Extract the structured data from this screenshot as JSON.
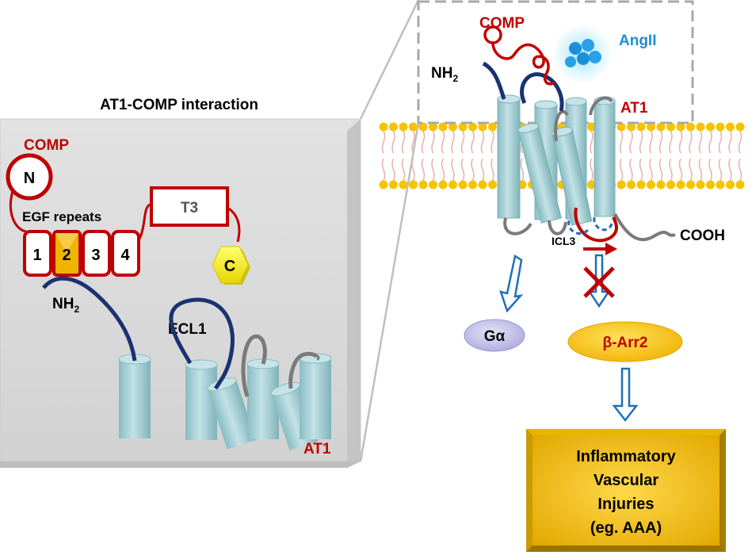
{
  "left_panel": {
    "title": "AT1-COMP interaction",
    "comp_label": "COMP",
    "n_domain": "N",
    "egf_label": "EGF repeats",
    "egf_repeats": [
      "1",
      "2",
      "3",
      "4"
    ],
    "t3_label": "T3",
    "c_domain": "C",
    "nh2_label": "NH",
    "nh2_sub": "2",
    "ecl1_label": "ECL1",
    "at1_label": "AT1"
  },
  "right_panel": {
    "comp_label": "COMP",
    "angii_label": "AngII",
    "nh2_label": "NH",
    "nh2_sub": "2",
    "at1_label": "AT1",
    "icl3_label": "ICL3",
    "cooh_label": "COOH",
    "g_alpha": "Gα",
    "beta_arr2": "β-Arr2",
    "outcome": [
      "Inflammatory",
      "Vascular",
      "Injuries",
      "(eg. AAA)"
    ]
  },
  "colors": {
    "comp_red": "#c00000",
    "navy": "#1a3270",
    "cylinder": "#a9d1d6",
    "lipid_head": "#f5c400",
    "tail": "#e6b6b0",
    "arrow_blue": "#1f6fb6",
    "angii_blue": "#1d8fd8",
    "outcome_gold": "#f5c000",
    "beta_arr_fill": "#f5c400",
    "g_alpha_fill": "#c9c7ea"
  }
}
